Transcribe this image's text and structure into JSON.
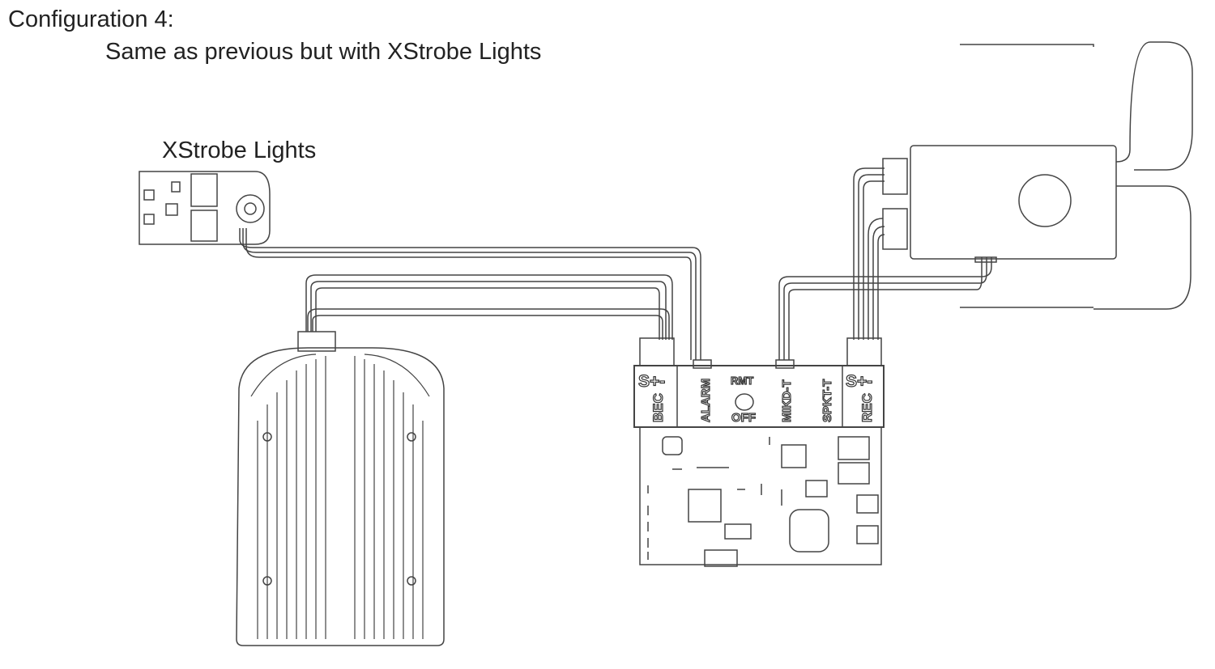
{
  "title": "Configuration 4:",
  "subtitle": "Same as previous but with XStrobe Lights",
  "xstrobe_label": "XStrobe Lights",
  "board": {
    "bec": {
      "pins": "S+-",
      "label": "BEC"
    },
    "alarm": "ALARM",
    "rmt": "RMT",
    "off": "OFF",
    "mikd": "MIKD-T",
    "spkt": "SPKT-T",
    "rec": {
      "pins": "S+-",
      "label": "REC"
    }
  }
}
